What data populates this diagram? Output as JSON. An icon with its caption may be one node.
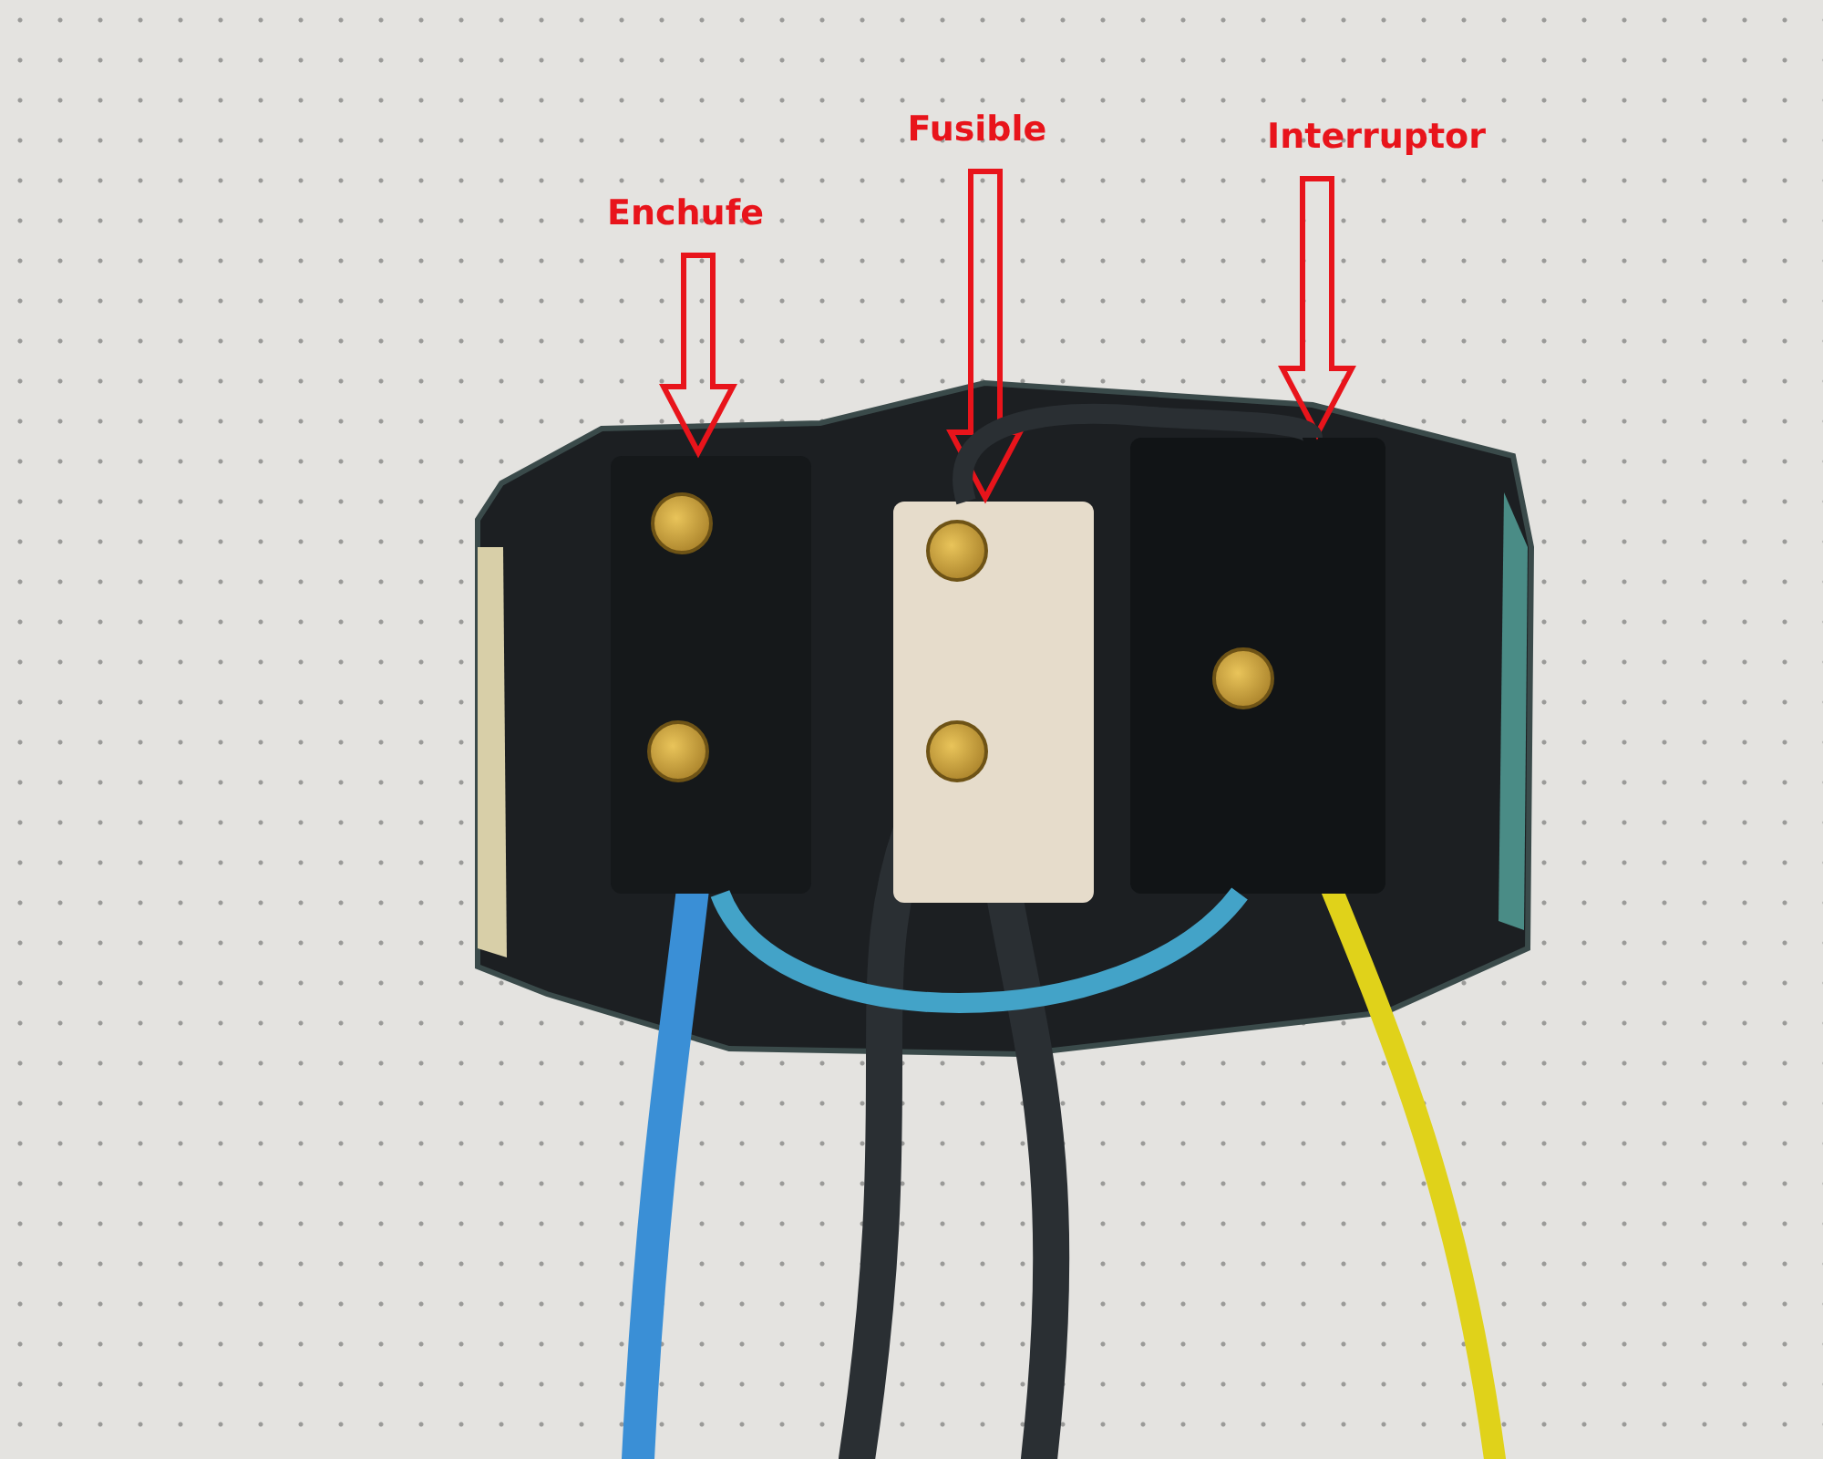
{
  "diagram": {
    "nodes": [
      {
        "text": [
          "Enchufe"
        ]
      },
      {
        "text": [
          "Fusible"
        ]
      },
      {
        "text": [
          "Interruptor"
        ]
      },
      {
        "text": [],
        "shape": "picture"
      },
      {
        "text": [],
        "shape": "picture"
      },
      {
        "text": [],
        "shape": "picture"
      }
    ],
    "edges": [
      {
        "from": 0,
        "to": 3,
        "arrow": "to",
        "color": "#e8141b"
      },
      {
        "from": 1,
        "to": 4,
        "arrow": "to",
        "color": "#e8141b"
      },
      {
        "from": 2,
        "to": 5,
        "arrow": "to",
        "color": "#e8141b"
      },
      {
        "from": 4,
        "to": 5,
        "arrow": "none",
        "color": "#2a2f33"
      },
      {
        "from": 3,
        "to": 5,
        "arrow": "none",
        "color": "#43a3c8"
      }
    ]
  }
}
